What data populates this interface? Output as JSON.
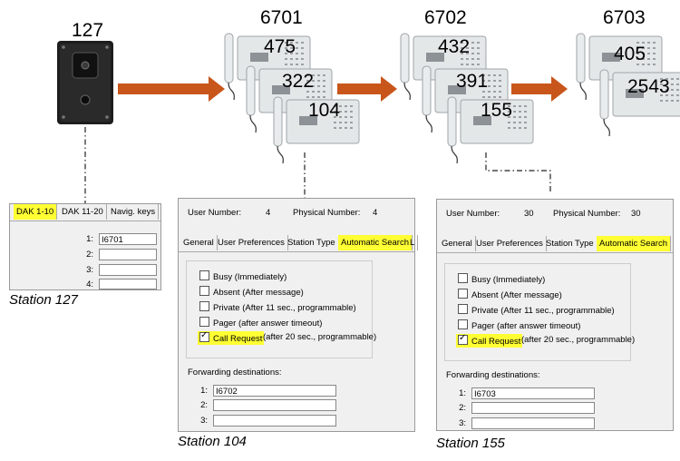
{
  "stations": [
    {
      "number": "127"
    },
    {
      "number": "6701"
    },
    {
      "number": "6702"
    },
    {
      "number": "6703"
    }
  ],
  "phone_numbers": [
    "475",
    "322",
    "104",
    "432",
    "391",
    "155",
    "405",
    "2543"
  ],
  "panel_127": {
    "tabs": [
      "DAK 1-10",
      "DAK 11-20",
      "Navig. keys"
    ],
    "rows": [
      {
        "index": "1:",
        "value": "I6701"
      },
      {
        "index": "2:",
        "value": ""
      },
      {
        "index": "3:",
        "value": ""
      },
      {
        "index": "4:",
        "value": ""
      }
    ],
    "caption": "Station 127"
  },
  "panel_104": {
    "user_number_label": "User Number:",
    "user_number": "4",
    "physical_number_label": "Physical Number:",
    "physical_number": "4",
    "tabs": [
      "General",
      "User Preferences",
      "Station Type",
      "Automatic Search",
      "L"
    ],
    "options": [
      {
        "label": "Busy (Immediately)",
        "checked": false,
        "highlight": ""
      },
      {
        "label": "Absent (After message)",
        "checked": false,
        "highlight": ""
      },
      {
        "label": "Private (After 11 sec., programmable)",
        "checked": false,
        "highlight": ""
      },
      {
        "label": "Pager (after answer timeout)",
        "checked": false,
        "highlight": ""
      },
      {
        "label": "(after 20 sec., programmable)",
        "checked": true,
        "highlight": "Call Request"
      }
    ],
    "forwarding_label": "Forwarding destinations:",
    "forwarding": [
      {
        "index": "1:",
        "value": "I6702"
      },
      {
        "index": "2:",
        "value": ""
      },
      {
        "index": "3:",
        "value": ""
      }
    ],
    "caption": "Station 104"
  },
  "panel_155": {
    "user_number_label": "User Number:",
    "user_number": "30",
    "physical_number_label": "Physical Number:",
    "physical_number": "30",
    "tabs": [
      "General",
      "User Preferences",
      "Station Type",
      "Automatic Search"
    ],
    "options": [
      {
        "label": "Busy (Immediately)",
        "checked": false,
        "highlight": ""
      },
      {
        "label": "Absent (After message)",
        "checked": false,
        "highlight": ""
      },
      {
        "label": "Private (After 11 sec., programmable)",
        "checked": false,
        "highlight": ""
      },
      {
        "label": "Pager (after answer timeout)",
        "checked": false,
        "highlight": ""
      },
      {
        "label": "(after 20 sec., programmable)",
        "checked": true,
        "highlight": "Call Request"
      }
    ],
    "forwarding_label": "Forwarding destinations:",
    "forwarding": [
      {
        "index": "1:",
        "value": "I6703"
      },
      {
        "index": "2:",
        "value": ""
      },
      {
        "index": "3:",
        "value": ""
      }
    ],
    "caption": "Station 155"
  },
  "colors": {
    "arrow": "#c8561b",
    "highlight": "#ffff33"
  }
}
